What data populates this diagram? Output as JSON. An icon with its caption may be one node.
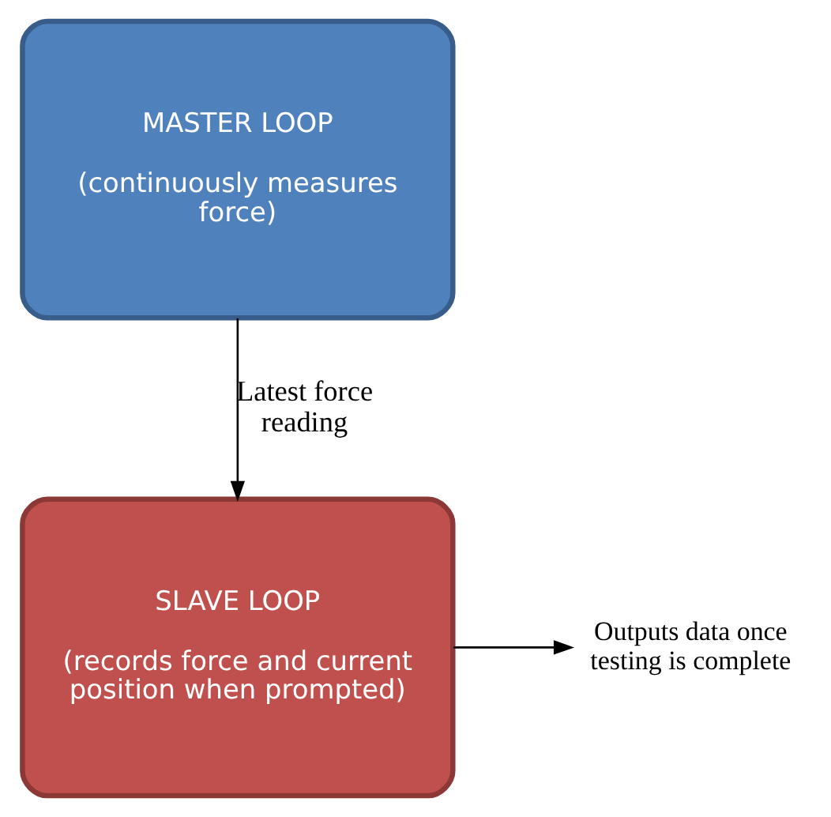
{
  "diagram": {
    "nodes": [
      {
        "text": [
          "MASTER LOOP",
          "(continuously measures force)"
        ]
      },
      {
        "text": [
          "SLAVE LOOP",
          "(records force and current position when prompted)"
        ]
      },
      {
        "text": [
          "Outputs data once testing is complete"
        ]
      }
    ],
    "edges": [
      {
        "from": 0,
        "to": 1,
        "arrow": "to",
        "label": "Latest force reading"
      },
      {
        "from": 1,
        "to": 2,
        "arrow": "to"
      }
    ]
  }
}
